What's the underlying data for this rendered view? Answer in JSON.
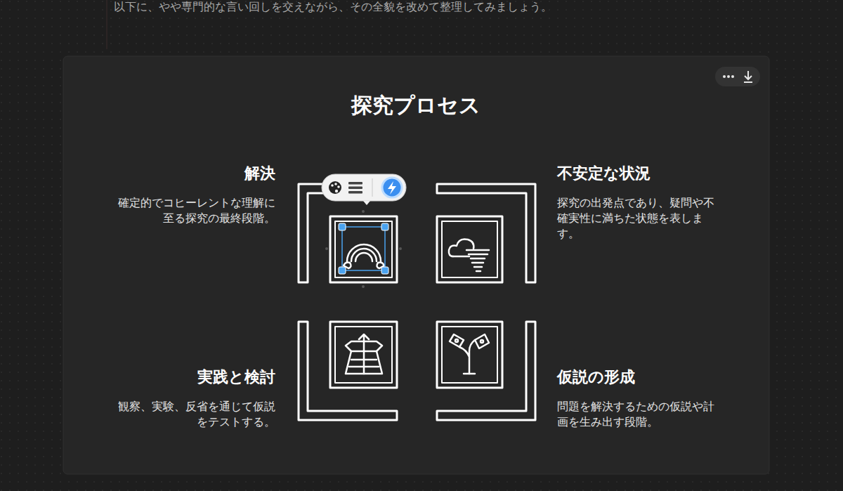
{
  "diagram": {
    "title": "探究プロセス",
    "nodes": [
      {
        "text": [
          "解決",
          "確定的でコヒーレントな理解に至る探究の最終段階。"
        ]
      },
      {
        "text": [
          "不安定な状況",
          "探究の出発点であり、疑問や不確実性に満ちた状態を表します。"
        ]
      },
      {
        "text": [
          "実践と検討",
          "観察、実験、反省を通じて仮説をテストする。"
        ]
      },
      {
        "text": [
          "仮説の形成",
          "問題を解決するための仮説や計画を生み出す段階。"
        ]
      }
    ],
    "labels": [
      "以下に、やや専門的な言い回しを交えながら、その全貌を改めて整理してみましょう。"
    ]
  }
}
